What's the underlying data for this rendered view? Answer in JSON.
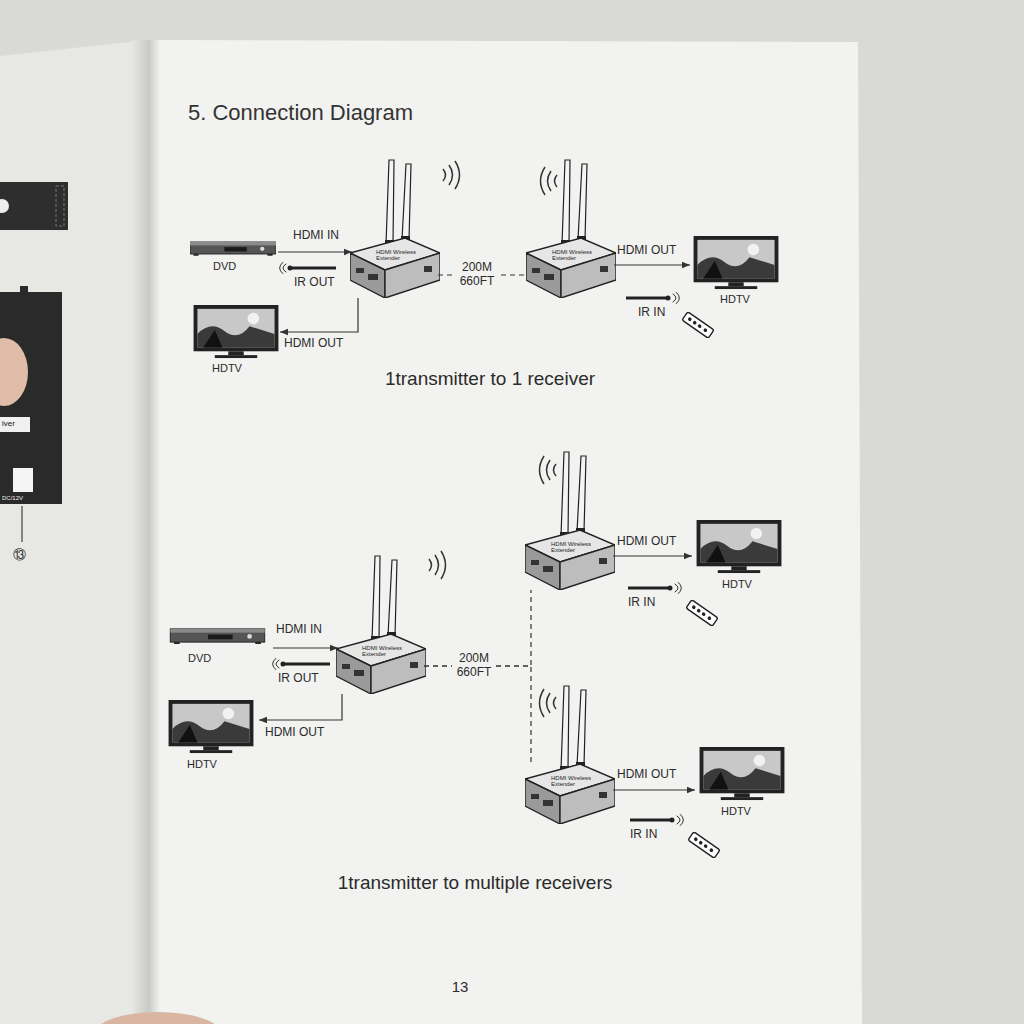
{
  "diagram": {
    "title": "5. Connection Diagram",
    "nodes": [
      {
        "text": [
          "DVD"
        ]
      },
      {
        "text": [
          "HDMI Wireless Extender"
        ]
      },
      {
        "text": [
          "HDMI Wireless Extender"
        ]
      },
      {
        "text": [
          "HDTV"
        ]
      },
      {
        "text": [
          "HDTV"
        ]
      },
      {
        "text": [
          "HDMI Wireless Extender"
        ]
      },
      {
        "text": [
          "HDTV"
        ]
      },
      {
        "text": [
          "DVD"
        ]
      },
      {
        "text": [
          "HDMI Wireless Extender"
        ]
      },
      {
        "text": [
          "HDTV"
        ]
      },
      {
        "text": [
          "HDMI Wireless Extender"
        ]
      },
      {
        "text": [
          "HDTV"
        ]
      }
    ],
    "edges": [
      {
        "from": 0,
        "to": 1,
        "arrow": "to",
        "label": "HDMI IN"
      },
      {
        "from": 1,
        "to": 4,
        "arrow": "to",
        "label": "HDMI OUT"
      },
      {
        "from": 1,
        "to": 2,
        "arrow": "none",
        "label": "200M 660FT"
      },
      {
        "from": 2,
        "to": 3,
        "arrow": "to",
        "label": "HDMI OUT"
      },
      {
        "from": 7,
        "to": 8,
        "arrow": "to",
        "label": "HDMI IN"
      },
      {
        "from": 8,
        "to": 9,
        "arrow": "to",
        "label": "HDMI OUT"
      },
      {
        "from": 8,
        "to": 5,
        "arrow": "none",
        "label": "200M 660FT"
      },
      {
        "from": 8,
        "to": 10,
        "arrow": "none"
      },
      {
        "from": 5,
        "to": 6,
        "arrow": "to",
        "label": "HDMI OUT"
      },
      {
        "from": 10,
        "to": 11,
        "arrow": "to",
        "label": "HDMI OUT"
      }
    ],
    "labels": [
      "iver",
      "DC/12V",
      "⑬",
      "IR OUT",
      "IR IN",
      "1transmitter to 1 receiver",
      "IR OUT",
      "IR IN",
      "IR IN",
      "1transmitter to multiple receivers",
      "13"
    ]
  }
}
